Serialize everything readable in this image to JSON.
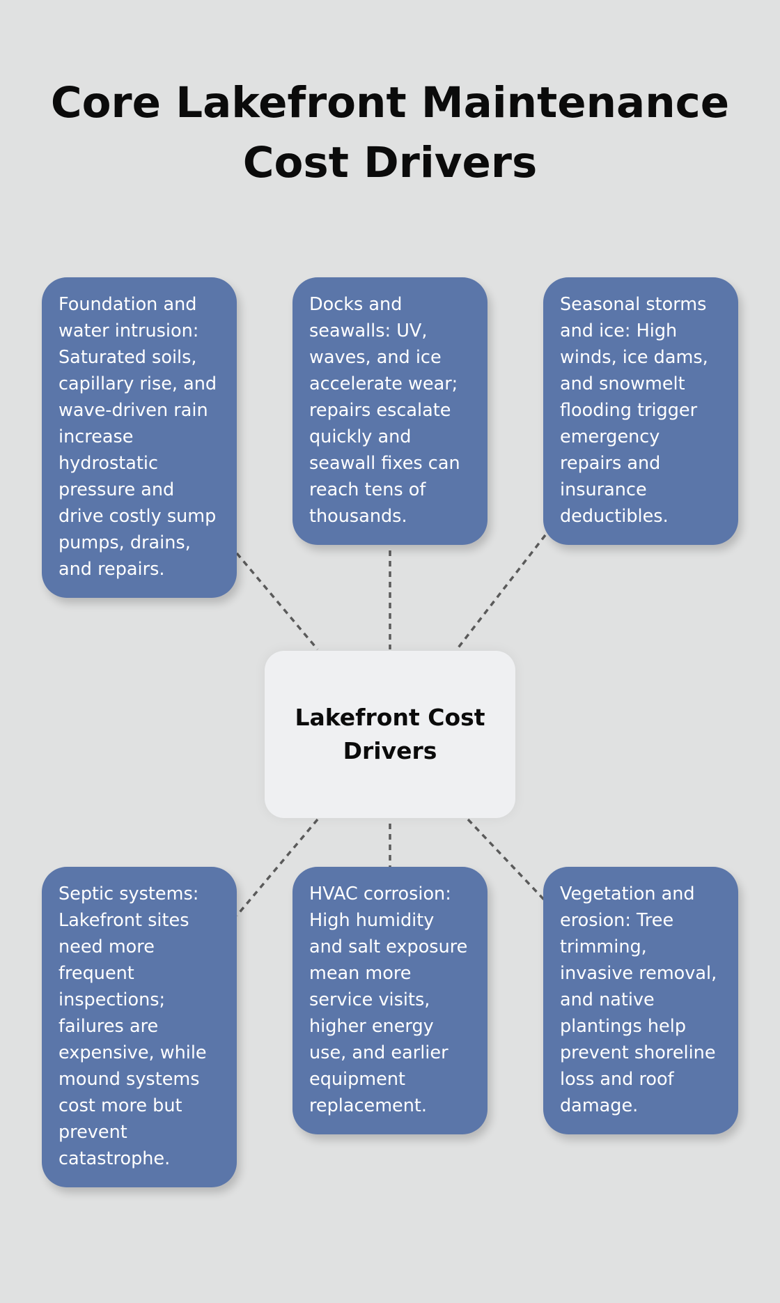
{
  "title": "Core Lakefront Maintenance Cost Drivers",
  "center_label": "Lakefront Cost Drivers",
  "colors": {
    "background": "#e0e1e1",
    "card": "#5b76a9",
    "center_box": "#eff0f2",
    "connector": "#5a5a5a"
  },
  "cards": [
    {
      "text": "Foundation and water intrusion: Saturated soils, capillary rise, and wave-driven rain increase hydrostatic pressure and drive costly sump pumps, drains, and repairs."
    },
    {
      "text": "Docks and seawalls: UV, waves, and ice accelerate wear; repairs escalate quickly and seawall fixes can reach tens of thousands."
    },
    {
      "text": "Seasonal storms and ice: High winds, ice dams, and snowmelt flooding trigger emergency repairs and insurance deductibles."
    },
    {
      "text": "Septic systems: Lakefront sites need more frequent inspections; failures are expensive, while mound systems cost more but prevent catastrophe."
    },
    {
      "text": "HVAC corrosion: High humidity and salt exposure mean more service visits, higher energy use, and earlier equipment replacement."
    },
    {
      "text": "Vegetation and erosion: Tree trimming, invasive removal, and native plantings help prevent shoreline loss and roof damage."
    }
  ]
}
